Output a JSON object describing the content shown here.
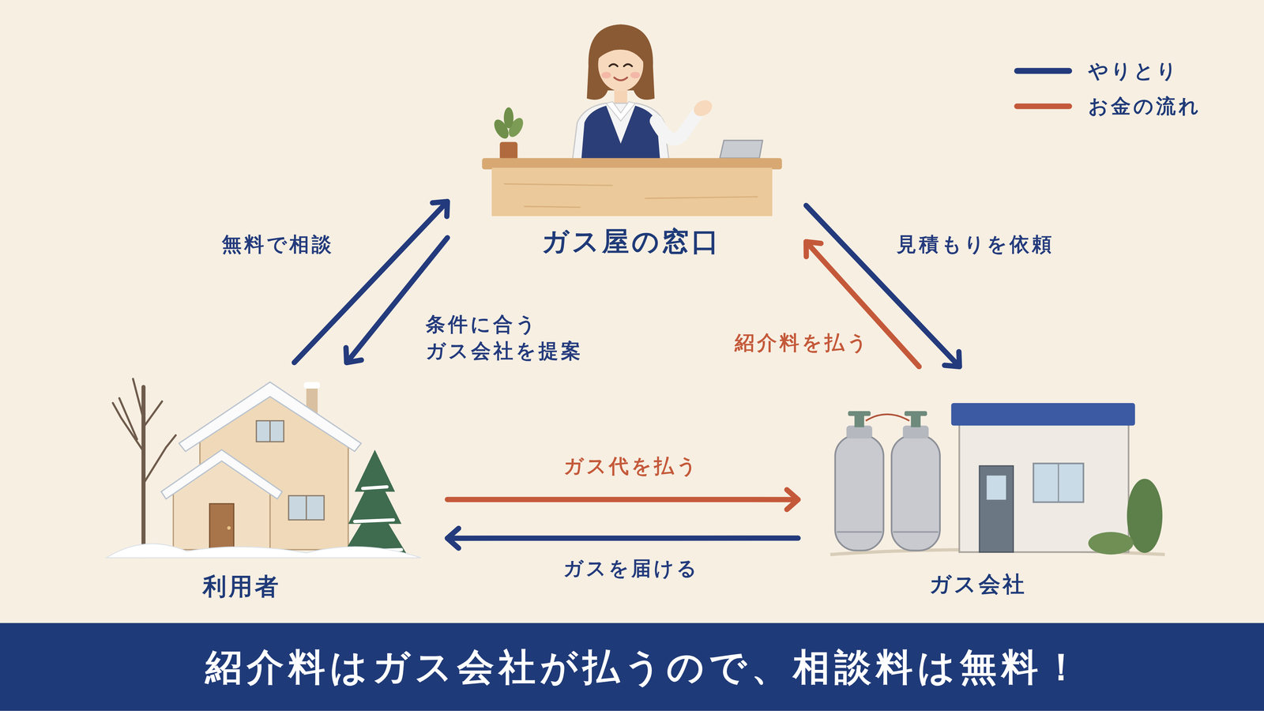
{
  "diagram": {
    "caption": "紹介料はガス会社が払うので、相談料は無料！",
    "nodes": [
      {
        "text": [
          "ガス屋の窓口"
        ]
      },
      {
        "text": [
          "利用者"
        ]
      },
      {
        "text": [
          "ガス会社"
        ]
      }
    ],
    "edges": [
      {
        "from": 1,
        "to": 0,
        "arrow": "to",
        "label": "無料で相談"
      },
      {
        "from": 0,
        "to": 1,
        "arrow": "to",
        "label": "条件に合う ガス会社を提案"
      },
      {
        "from": 0,
        "to": 2,
        "arrow": "to",
        "label": "見積もりを依頼"
      },
      {
        "from": 2,
        "to": 0,
        "arrow": "to",
        "label": "紹介料を払う"
      },
      {
        "from": 1,
        "to": 2,
        "arrow": "to",
        "label": "ガス代を払う"
      },
      {
        "from": 2,
        "to": 1,
        "arrow": "to",
        "label": "ガスを届ける"
      }
    ],
    "legend": [
      {
        "text": "やりとり",
        "color": "#233a7c"
      },
      {
        "text": "お金の流れ",
        "color": "#c4593a"
      }
    ]
  }
}
